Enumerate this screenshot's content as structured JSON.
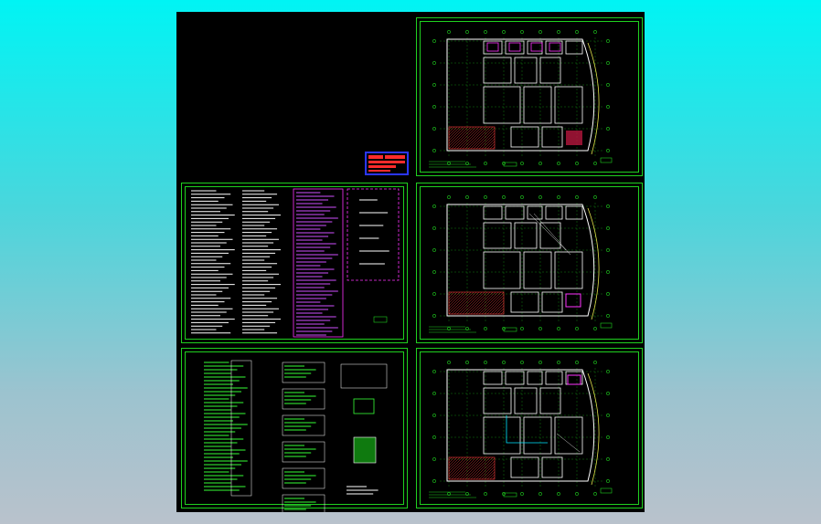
{
  "viewer": {
    "background_top": "#00f4f4",
    "background_bottom": "#b9c2cc",
    "canvas_color": "#000000"
  },
  "drawing": {
    "frame_color": "#1fd11f",
    "wall_color": "#ffffff",
    "axis_color": "#1fd11f",
    "hatch_color": "#ff3b3b",
    "highlight_color": "#ff33ff",
    "title_block_color": "#2a36ff",
    "sheets": [
      {
        "id": "cover"
      },
      {
        "id": "plan-1"
      },
      {
        "id": "notes"
      },
      {
        "id": "plan-2"
      },
      {
        "id": "schedules"
      },
      {
        "id": "plan-3"
      }
    ]
  }
}
